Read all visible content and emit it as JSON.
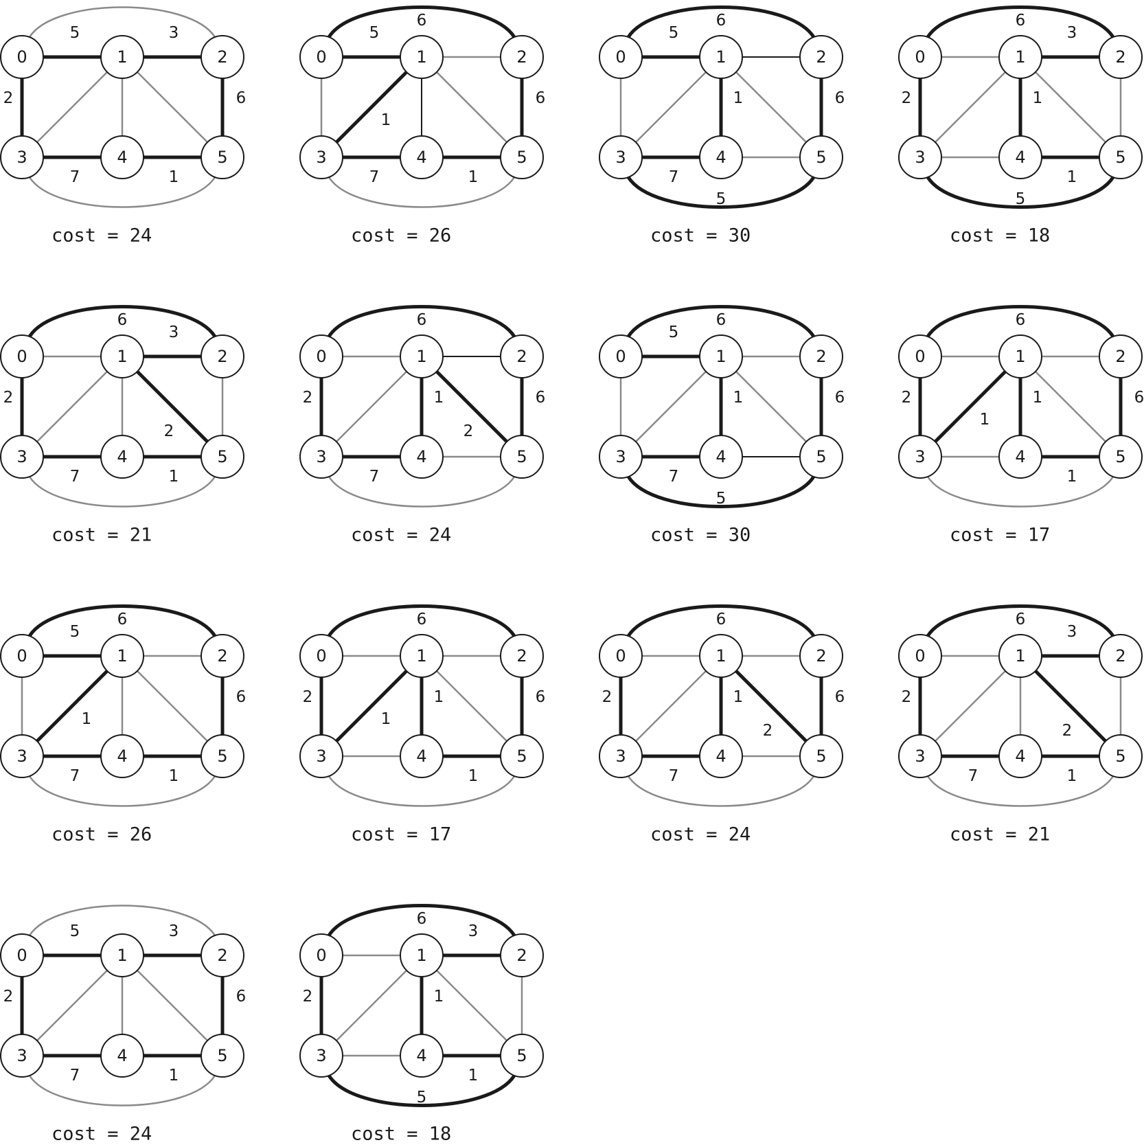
{
  "colors": {
    "bold": "#1a1a1a",
    "light": "#8a8a8a"
  },
  "node_labels": [
    "0",
    "1",
    "2",
    "3",
    "4",
    "5"
  ],
  "edges": [
    {
      "id": "01",
      "w": "5"
    },
    {
      "id": "12",
      "w": "3"
    },
    {
      "id": "03",
      "w": "2"
    },
    {
      "id": "25",
      "w": "6"
    },
    {
      "id": "34",
      "w": "7"
    },
    {
      "id": "45",
      "w": "1"
    },
    {
      "id": "13",
      "w": "1"
    },
    {
      "id": "14",
      "w": "1"
    },
    {
      "id": "15",
      "w": "2"
    },
    {
      "id": "02",
      "w": "6"
    },
    {
      "id": "35",
      "w": "5"
    }
  ],
  "panels": [
    {
      "cost": "cost = 24",
      "edges": {
        "01": "B",
        "12": "B",
        "03": "B",
        "25": "B",
        "34": "B",
        "45": "B",
        "13": "L",
        "14": "L",
        "15": "L",
        "02": "L",
        "35": "L"
      }
    },
    {
      "cost": "cost = 26",
      "edges": {
        "01": "B",
        "12": "L",
        "03": "L",
        "25": "B",
        "34": "B",
        "45": "B",
        "13": "B",
        "14": "M",
        "15": "L",
        "02": "B",
        "35": "L"
      }
    },
    {
      "cost": "cost = 30",
      "edges": {
        "01": "B",
        "12": "M",
        "03": "L",
        "25": "B",
        "34": "B",
        "45": "L",
        "13": "L",
        "14": "B",
        "15": "L",
        "02": "B",
        "35": "B"
      }
    },
    {
      "cost": "cost = 18",
      "edges": {
        "01": "L",
        "12": "B",
        "03": "B",
        "25": "L",
        "34": "L",
        "45": "B",
        "13": "L",
        "14": "B",
        "15": "L",
        "02": "B",
        "35": "B"
      }
    },
    {
      "cost": "cost = 21",
      "edges": {
        "01": "L",
        "12": "B",
        "03": "B",
        "25": "L",
        "34": "B",
        "45": "B",
        "13": "L",
        "14": "L",
        "15": "B",
        "02": "B",
        "35": "L"
      }
    },
    {
      "cost": "cost = 24",
      "edges": {
        "01": "L",
        "12": "M",
        "03": "B",
        "25": "B",
        "34": "B",
        "45": "L",
        "13": "L",
        "14": "B",
        "15": "B",
        "02": "B",
        "35": "L"
      }
    },
    {
      "cost": "cost = 30",
      "edges": {
        "01": "B",
        "12": "L",
        "03": "L",
        "25": "B",
        "34": "B",
        "45": "M",
        "13": "L",
        "14": "B",
        "15": "L",
        "02": "B",
        "35": "B"
      }
    },
    {
      "cost": "cost = 17",
      "edges": {
        "01": "L",
        "12": "L",
        "03": "B",
        "25": "B",
        "34": "L",
        "45": "B",
        "13": "B",
        "14": "B",
        "15": "L",
        "02": "B",
        "35": "L"
      }
    },
    {
      "cost": "cost = 26",
      "edges": {
        "01": "B",
        "12": "L",
        "03": "L",
        "25": "B",
        "34": "B",
        "45": "B",
        "13": "B",
        "14": "L",
        "15": "L",
        "02": "B",
        "35": "L"
      }
    },
    {
      "cost": "cost = 17",
      "edges": {
        "01": "L",
        "12": "L",
        "03": "B",
        "25": "B",
        "34": "L",
        "45": "B",
        "13": "B",
        "14": "B",
        "15": "L",
        "02": "B",
        "35": "L"
      }
    },
    {
      "cost": "cost = 24",
      "edges": {
        "01": "L",
        "12": "L",
        "03": "B",
        "25": "B",
        "34": "B",
        "45": "L",
        "13": "L",
        "14": "B",
        "15": "B",
        "02": "B",
        "35": "L"
      }
    },
    {
      "cost": "cost = 21",
      "edges": {
        "01": "L",
        "12": "B",
        "03": "B",
        "25": "L",
        "34": "B",
        "45": "B",
        "13": "L",
        "14": "L",
        "15": "B",
        "02": "B",
        "35": "L"
      }
    },
    {
      "cost": "cost = 24",
      "edges": {
        "01": "B",
        "12": "B",
        "03": "B",
        "25": "B",
        "34": "B",
        "45": "B",
        "13": "L",
        "14": "L",
        "15": "L",
        "02": "L",
        "35": "L"
      }
    },
    {
      "cost": "cost = 18",
      "edges": {
        "01": "L",
        "12": "B",
        "03": "B",
        "25": "L",
        "34": "L",
        "45": "B",
        "13": "L",
        "14": "B",
        "15": "L",
        "02": "B",
        "35": "B"
      }
    }
  ]
}
